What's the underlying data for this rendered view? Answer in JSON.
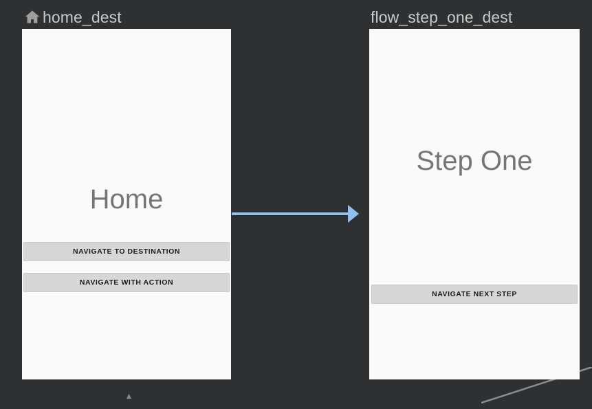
{
  "editor": {
    "name": "navigation-graph-editor",
    "background_color": "#2e3032"
  },
  "nodes": [
    {
      "id": "home_dest",
      "title": "home_dest",
      "icon": "home-icon",
      "is_start_destination": true,
      "preview": {
        "label": "Home",
        "background_color": "#fafafa",
        "label_color": "#757575",
        "buttons": [
          {
            "id": "navigate-to-destination",
            "label": "NAVIGATE TO DESTINATION"
          },
          {
            "id": "navigate-with-action",
            "label": "NAVIGATE WITH ACTION"
          }
        ]
      }
    },
    {
      "id": "flow_step_one_dest",
      "title": "flow_step_one_dest",
      "icon": null,
      "is_start_destination": false,
      "preview": {
        "label": "Step One",
        "background_color": "#fafafa",
        "label_color": "#757575",
        "buttons": [
          {
            "id": "navigate-next-step",
            "label": "NAVIGATE NEXT STEP"
          }
        ]
      }
    }
  ],
  "connections": [
    {
      "id": "home-to-flow-step-one",
      "from": "home_dest",
      "to": "flow_step_one_dest",
      "color": "#8ec1f0",
      "style": "solid-arrow",
      "selected": true
    },
    {
      "id": "bottom-left-partial",
      "from": "home_dest",
      "to": "offscreen",
      "color": "#8a8d8f",
      "style": "solid-arrow",
      "selected": false
    },
    {
      "id": "bottom-right-partial",
      "from": "flow_step_one_dest",
      "to": "offscreen",
      "color": "#8a8d8f",
      "style": "solid-line",
      "selected": false
    }
  ]
}
